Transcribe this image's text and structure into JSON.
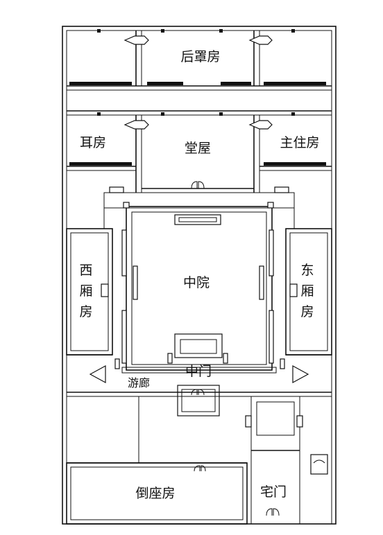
{
  "labels": {
    "rear_row_house": "后罩房",
    "main_hall": "堂屋",
    "ear_room": "耳房",
    "master_room": "主住房",
    "west_wing": [
      "西",
      "厢",
      "房"
    ],
    "east_wing": [
      "东",
      "厢",
      "房"
    ],
    "central_courtyard": "中院",
    "middle_gate": "中门",
    "corridor": "游廊",
    "south_house": "倒座房",
    "house_gate": "宅门"
  }
}
